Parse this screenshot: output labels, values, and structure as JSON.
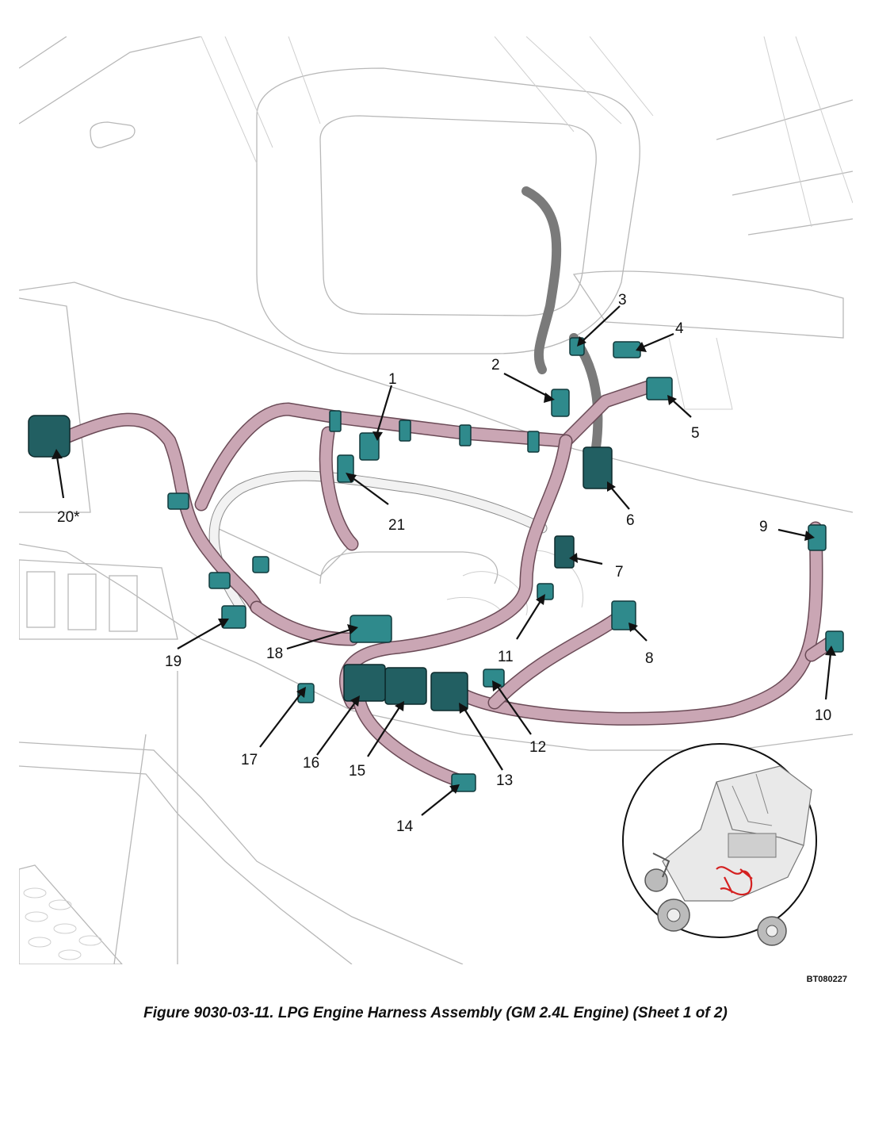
{
  "figure": {
    "callouts": [
      "1",
      "2",
      "3",
      "4",
      "5",
      "6",
      "7",
      "8",
      "9",
      "10",
      "11",
      "12",
      "13",
      "14",
      "15",
      "16",
      "17",
      "18",
      "19",
      "20*",
      "21"
    ],
    "image_code": "BT080227",
    "caption": "Figure 9030-03-11. LPG Engine Harness Assembly (GM 2.4L Engine) (Sheet 1 of 2)",
    "colors": {
      "harness": "#caa6b4",
      "connector": "#2f8a8c",
      "line_art": "#b8b8b8",
      "highlight_inset": "#d42020"
    }
  }
}
